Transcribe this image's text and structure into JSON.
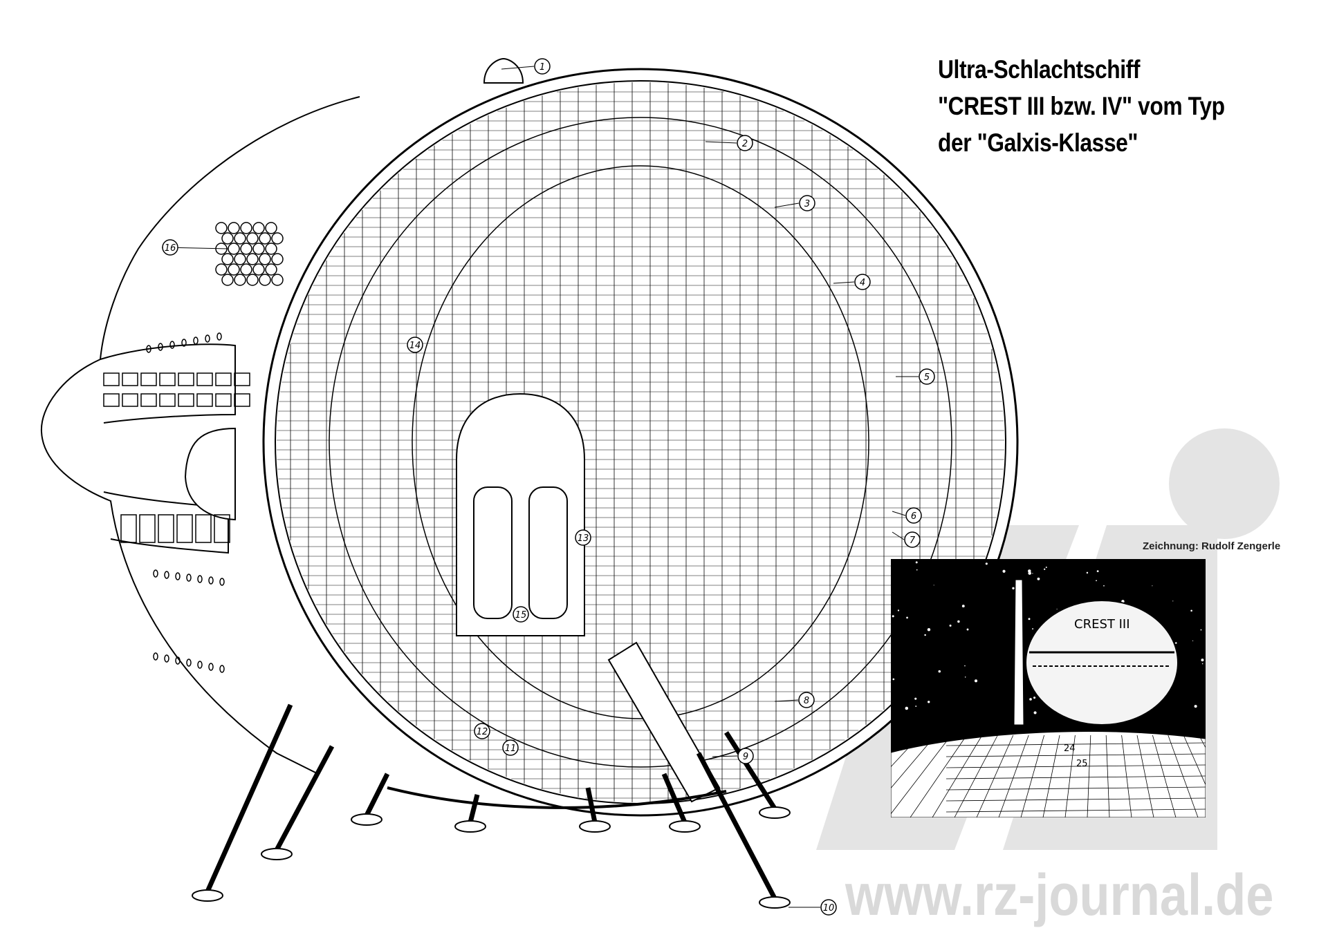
{
  "title": {
    "line1": "Ultra-Schlachtschiff",
    "line2": "\"CREST III bzw. IV\" vom Typ",
    "line3": "der \"Galxis-Klasse\""
  },
  "credit": "Zeichnung: Rudolf Zengerle",
  "watermark": "www.rz-journal.de",
  "inset": {
    "ship_label": "CREST III",
    "pad_labels": [
      "24",
      "25"
    ]
  },
  "callouts": [
    "1",
    "2",
    "3",
    "4",
    "5",
    "6",
    "7",
    "8",
    "9",
    "10",
    "11",
    "12",
    "13",
    "14",
    "15",
    "16"
  ]
}
